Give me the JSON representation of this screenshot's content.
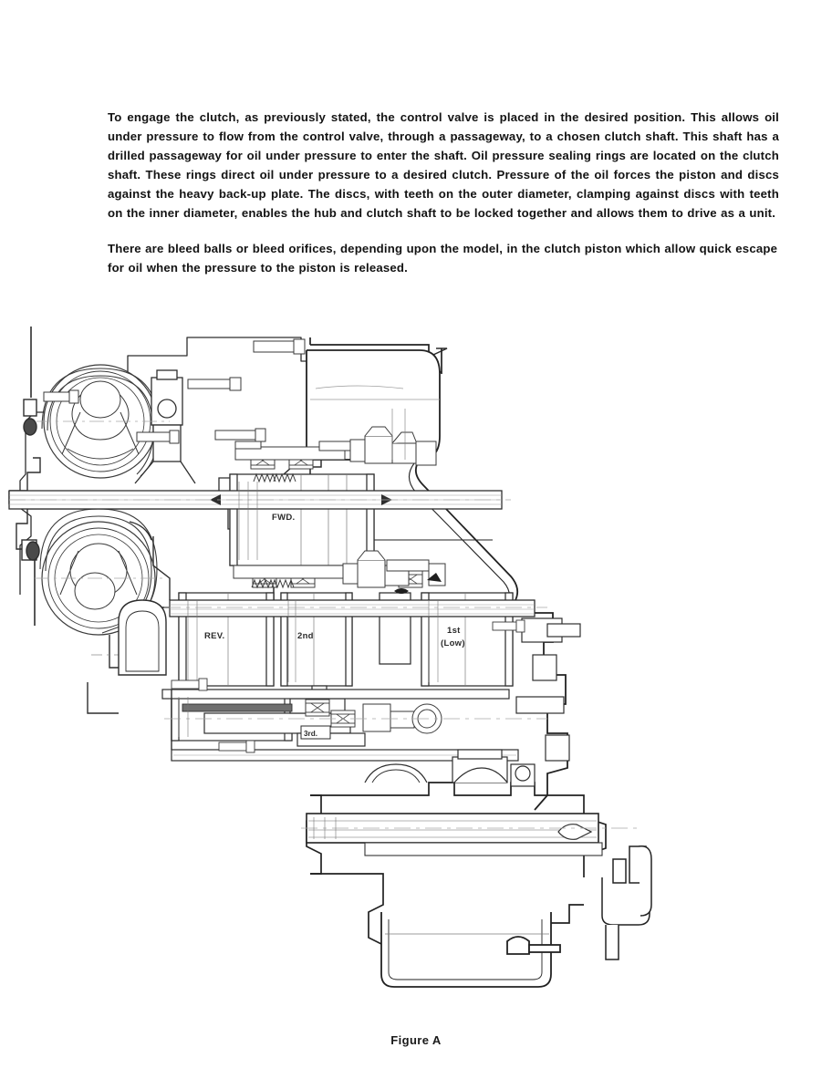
{
  "document": {
    "paragraphs": [
      "To engage the clutch, as previously stated, the control valve is placed in the desired position.  This allows oil under pressure to flow from the control valve, through a passageway, to a chosen clutch shaft. This shaft has a drilled passageway for oil under pressure to enter the shaft. Oil pressure sealing rings are located on the clutch shaft.  These rings direct oil under pressure to a desired clutch.  Pressure of the oil forces the piston and discs against the heavy back-up plate.  The discs, with teeth on the outer diameter, clamping against discs with teeth on the inner diameter, enables the hub and clutch shaft to be locked together and allows them to drive as a unit.",
      "There are bleed balls or bleed orifices, depending upon the model, in the clutch piston which allow quick escape for oil when the pressure to the piston is released."
    ],
    "figure": {
      "caption": "Figure A",
      "labels": {
        "fwd": "FWD.",
        "rev": "REV.",
        "second": "2nd",
        "first_line1": "1st",
        "first_line2": "(Low)",
        "third": "3rd."
      }
    }
  },
  "colors": {
    "ink": "#131313",
    "line": "#2b2b2b",
    "line_light": "#6e6e6e",
    "line_faint": "#9a9a9a",
    "paper": "#ffffff"
  }
}
